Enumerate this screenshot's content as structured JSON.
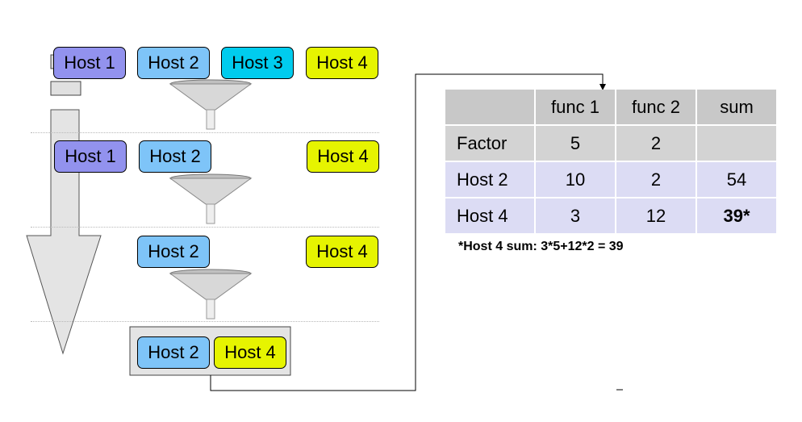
{
  "hosts": {
    "row1": [
      "Host 1",
      "Host 2",
      "Host 3",
      "Host 4"
    ],
    "row2": [
      "Host 1",
      "Host 2",
      "Host 4"
    ],
    "row3": [
      "Host 2",
      "Host 4"
    ],
    "result": [
      "Host 2",
      "Host 4"
    ]
  },
  "table": {
    "header": [
      "",
      "func 1",
      "func 2",
      "sum"
    ],
    "rows": [
      [
        "Factor",
        "5",
        "2",
        ""
      ],
      [
        "Host 2",
        "10",
        "2",
        "54"
      ],
      [
        "Host 4",
        "3",
        "12",
        "39*"
      ]
    ]
  },
  "note": "*Host 4 sum: 3*5+12*2 = 39",
  "colors": {
    "host1": "#9292ee",
    "host2": "#7ec4f8",
    "host3": "#00ccee",
    "host4": "#e6f400",
    "table_header": "#c8c8c8",
    "table_row": "#dcdcf4"
  }
}
